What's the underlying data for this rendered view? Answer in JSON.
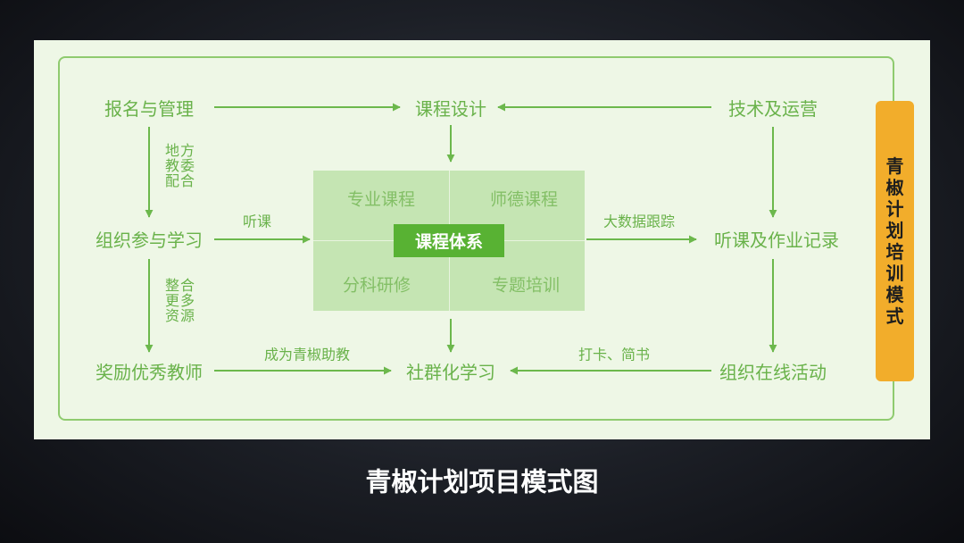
{
  "diagram": {
    "nodes": {
      "signup_management": "报名与管理",
      "course_design": "课程设计",
      "tech_operations": "技术及运营",
      "organize_learning": "组织参与学习",
      "listen_homework_record": "听课及作业记录",
      "reward_teachers": "奖励优秀教师",
      "community_learning": "社群化学习",
      "organize_online": "组织在线活动"
    },
    "edge_labels": {
      "local_edu": "地方教委配合",
      "listen": "听课",
      "big_data": "大数据跟踪",
      "integrate_resources": "整合更多资源",
      "become_assistant": "成为青椒助教",
      "checkin_brief": "打卡、简书"
    },
    "center": {
      "title": "课程体系",
      "quadrants": [
        "专业课程",
        "师德课程",
        "分科研修",
        "专题培训"
      ]
    },
    "side_banner": "青椒计划培训模式",
    "colors": {
      "green_text": "#69b24a",
      "green_arrow": "#6cb84c",
      "center_fill": "#c5e5b3",
      "center_title_fill": "#58b233",
      "banner_fill": "#f2ad2b"
    }
  },
  "caption": "青椒计划项目模式图"
}
